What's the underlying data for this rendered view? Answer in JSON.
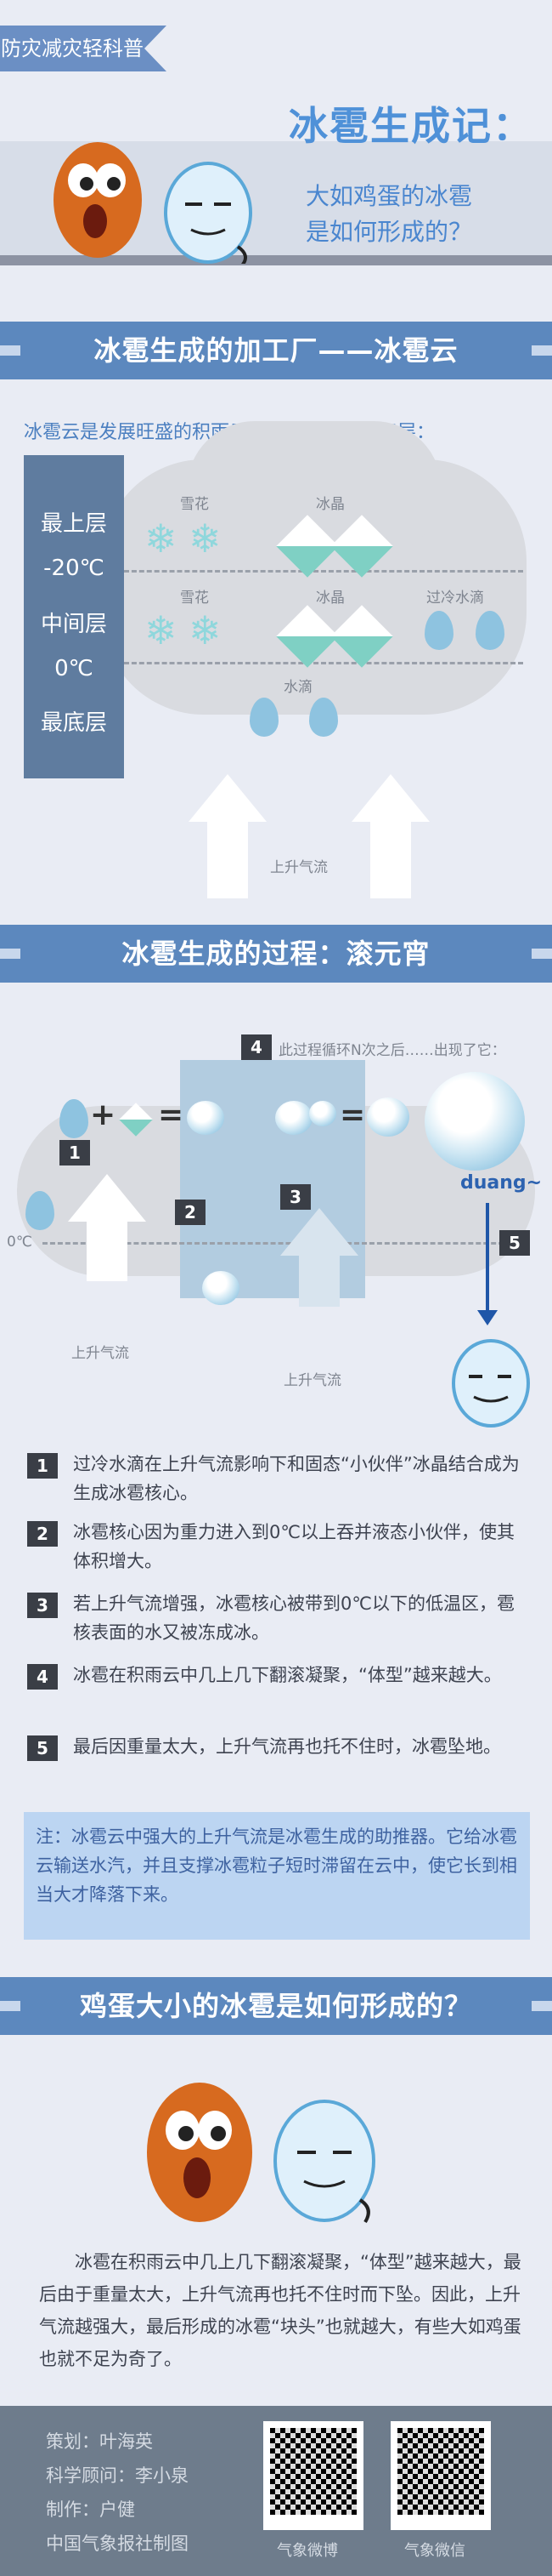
{
  "header": {
    "tag": "防灾减灾轻科普",
    "title": "冰雹生成记：",
    "subtitle_line1": "大如鸡蛋的冰雹",
    "subtitle_line2": "是如何形成的？"
  },
  "section1": {
    "title": "冰雹生成的加工厂——冰雹云",
    "intro": "冰雹云是发展旺盛的积雨云，冰雹云一般分三层：",
    "layers": [
      "最上层",
      "-20℃",
      "中间层",
      "0℃",
      "最底层"
    ],
    "labels": {
      "snow1": "雪花",
      "crystal1": "冰晶",
      "snow2": "雪花",
      "crystal2": "冰晶",
      "supercooled": "过冷水滴",
      "water": "水滴",
      "updraft": "上升气流"
    }
  },
  "section2": {
    "title": "冰雹生成的过程：滚元宵",
    "cycle_note": "此过程循环N次之后……出现了它：",
    "zero": "0℃",
    "updraft_left": "上升气流",
    "updraft_right": "上升气流",
    "duang": "duang~",
    "steps": [
      {
        "num": "1",
        "text": "过冷水滴在上升气流影响下和固态“小伙伴”冰晶结合成为生成冰雹核心。"
      },
      {
        "num": "2",
        "text": "冰雹核心因为重力进入到0℃以上吞并液态小伙伴，使其体积增大。"
      },
      {
        "num": "3",
        "text": "若上升气流增强，冰雹核心被带到0℃以下的低温区，雹核表面的水又被冻成冰。"
      },
      {
        "num": "4",
        "text": "冰雹在积雨云中几上几下翻滚凝聚，“体型”越来越大。"
      },
      {
        "num": "5",
        "text": "最后因重量太大，上升气流再也托不住时，冰雹坠地。"
      }
    ],
    "note": "注：冰雹云中强大的上升气流是冰雹生成的助推器。它给冰雹云输送水汽，并且支撑冰雹粒子短时滞留在云中，使它长到相当大才降落下来。"
  },
  "section3": {
    "title": "鸡蛋大小的冰雹是如何形成的？",
    "paragraph": "冰雹在积雨云中几上几下翻滚凝聚，“体型”越来越大，最后由于重量太大，上升气流再也托不住时而下坠。因此，上升气流越强大，最后形成的冰雹“块头”也就越大，有些大如鸡蛋也就不足为奇了。"
  },
  "footer": {
    "credits": [
      "策划：叶海英",
      "科学顾问：李小泉",
      "制作：户健",
      "中国气象报社制图"
    ],
    "qr1": "气象微博",
    "qr2": "气象微信"
  }
}
